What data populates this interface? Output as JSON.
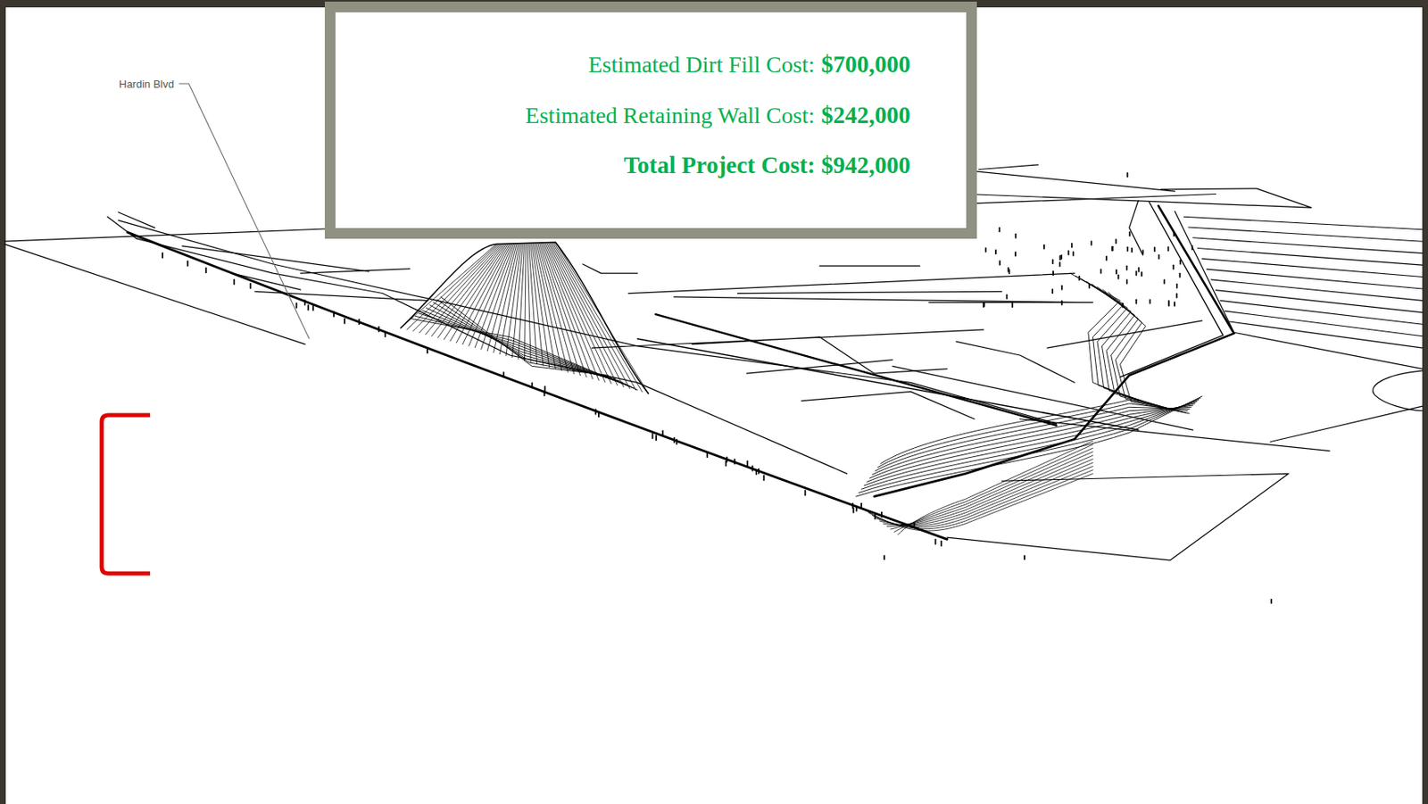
{
  "diagram": {
    "nodes": [
      {
        "text": [
          "Estimated Dirt Fill Cost:",
          "$700,000",
          "Estimated Retaining Wall Cost:",
          "$242,000",
          "Total Project Cost: $942,000"
        ]
      }
    ],
    "labels": [
      "Hardin Blvd"
    ]
  }
}
